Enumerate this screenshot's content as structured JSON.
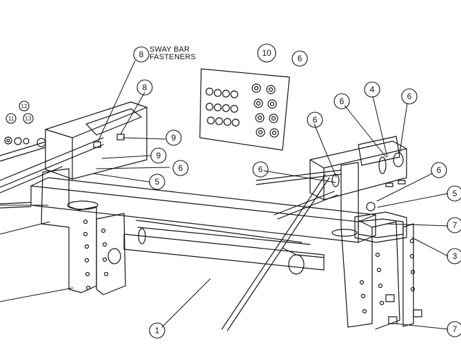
{
  "diagram": {
    "callouts": {
      "c8a": "8",
      "c8b": "8",
      "c10": "10",
      "c6a": "6",
      "c11": "11",
      "c12": "12",
      "c13": "13",
      "c9a": "9",
      "c9b": "9",
      "c6b": "6",
      "c5a": "5",
      "c6c": "6",
      "c6d": "6",
      "c4": "4",
      "c6e": "6",
      "c6f": "6",
      "c6g": "6",
      "c5b": "5",
      "c7a": "7",
      "c3": "3",
      "c1": "1",
      "c7b": "7"
    },
    "fastener_label": {
      "line1": "SWAY BAR",
      "line2": "FASTENERS"
    }
  }
}
